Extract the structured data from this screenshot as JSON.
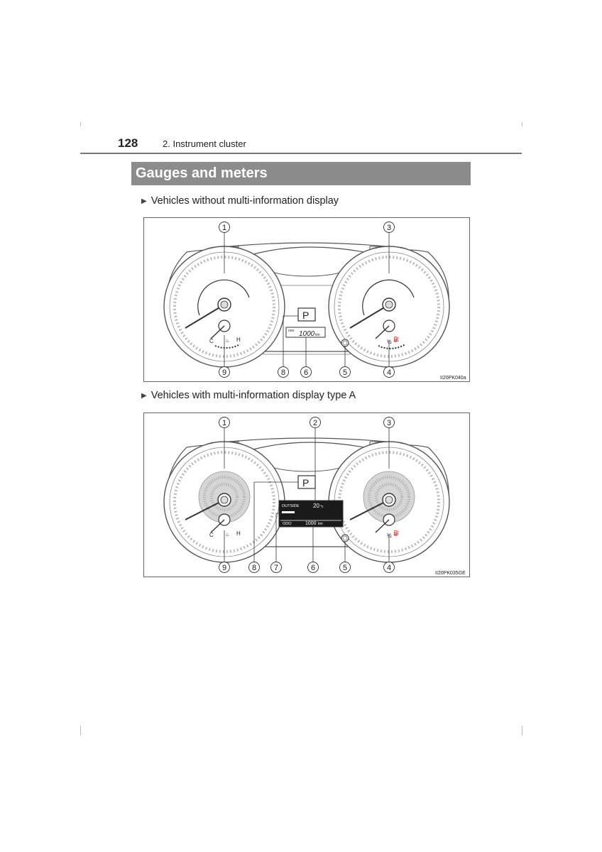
{
  "page": {
    "number": "128",
    "chapter": "2. Instrument cluster"
  },
  "section": {
    "title": "Gauges and meters"
  },
  "figures": [
    {
      "subheading": "Vehicles without multi-information display",
      "code": "II20PK040a",
      "callouts_top": [
        "1",
        "3"
      ],
      "callouts_bottom": [
        "9",
        "8",
        "6",
        "5",
        "4"
      ],
      "shift_indicator": "P",
      "odometer_icon": "odo-icon",
      "odometer_value": "1000",
      "odometer_unit": "km",
      "temp_cold": "C",
      "temp_hot": "H",
      "fuel_half": "½"
    },
    {
      "subheading": "Vehicles with multi-information display type A",
      "code": "II20PK035GE",
      "callouts_top": [
        "1",
        "2",
        "3"
      ],
      "callouts_bottom": [
        "9",
        "8",
        "7",
        "6",
        "5",
        "4"
      ],
      "shift_indicator": "P",
      "display_outside_label": "OUTSIDE",
      "display_outside_value": "20",
      "display_outside_unit": "°c",
      "display_odo_label": "ODO",
      "display_odo_value": "1000",
      "display_odo_unit": "km",
      "temp_cold": "C",
      "temp_hot": "H",
      "fuel_half": "½"
    }
  ]
}
